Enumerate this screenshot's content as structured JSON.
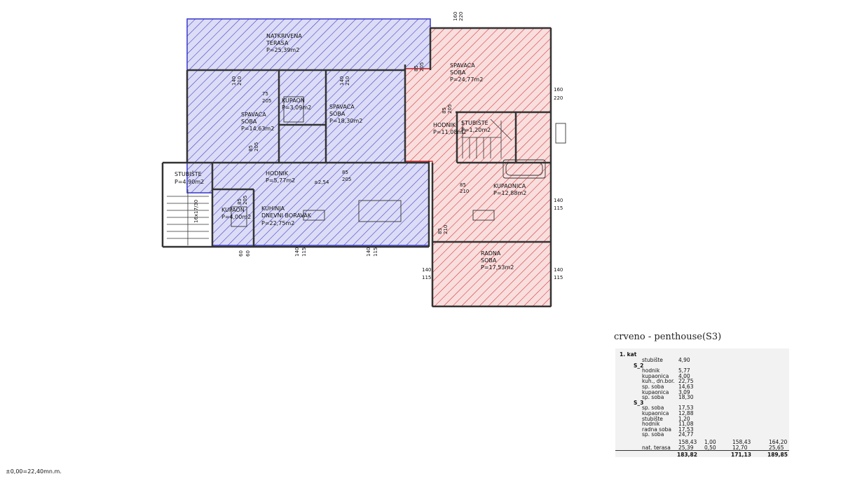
{
  "colors": {
    "blue_hatch": "#3636c8",
    "blue_fill": "#dcdcf6",
    "red_hatch": "#d62a2a",
    "red_fill": "#f9dede",
    "wall": "#333333"
  },
  "rooms": [
    {
      "id": "natkrivena-terasa",
      "lines": [
        "NATKRIVENA",
        "TERASA",
        "P=25,39m2"
      ]
    },
    {
      "id": "kupaon-upper",
      "lines": [
        "KUPAON",
        "P=3,09m2"
      ]
    },
    {
      "id": "spavaca-soba-left",
      "lines": [
        "SPAVAĆA",
        "SOBA",
        "P=14,63m2"
      ]
    },
    {
      "id": "spavaca-soba-mid",
      "lines": [
        "SPAVAĆA",
        "SOBA",
        "P=18,30m2"
      ]
    },
    {
      "id": "stubiste-left",
      "lines": [
        "STUBIŠTE",
        "P=4,90m2"
      ]
    },
    {
      "id": "hodnik-left",
      "lines": [
        "HODNIK",
        "P=5,77m2"
      ]
    },
    {
      "id": "kupaon-lower",
      "lines": [
        "KUPAON",
        "P=4,00m2"
      ]
    },
    {
      "id": "kuhinja",
      "lines": [
        "KUHINJA",
        "DNEVNI BORAVAK",
        "P=22,75m2"
      ]
    },
    {
      "id": "spavaca-soba-right",
      "lines": [
        "SPAVAĆA",
        "SOBA",
        "P=24,77m2"
      ]
    },
    {
      "id": "hodnik-right",
      "lines": [
        "HODNIK",
        "P=11,08m2"
      ]
    },
    {
      "id": "stubiste-right",
      "lines": [
        "STUBIŠTE",
        "P=1,20m2"
      ]
    },
    {
      "id": "kupaonica",
      "lines": [
        "KUPAONICA",
        "P=12,88m2"
      ]
    },
    {
      "id": "radna-soba",
      "lines": [
        "RADNA",
        "SOBA",
        "P=17,53m2"
      ]
    }
  ],
  "dimensions": [
    "160",
    "220",
    "85",
    "205",
    "140",
    "210",
    "75",
    "205",
    "140",
    "210",
    "85",
    "205",
    "160",
    "220",
    "85",
    "205",
    "85",
    "205",
    "85",
    "210",
    "85",
    "205",
    "85",
    "210",
    "140",
    "115",
    "140",
    "115",
    "140",
    "115",
    "60",
    "60",
    "140",
    "115",
    "140",
    "115",
    "16x17/30"
  ],
  "level_marker": "±2,54",
  "legend_title": "crveno - penthouse(S3)",
  "table": {
    "header": "1. kat",
    "rows": [
      {
        "name": "stubište",
        "v1": "4,90"
      },
      {
        "name": "S_2",
        "section": true
      },
      {
        "name": "hodnik",
        "v1": "5,77"
      },
      {
        "name": "kupaonica",
        "v1": "4,00"
      },
      {
        "name": "kuh., dn.bor.",
        "v1": "22,75"
      },
      {
        "name": "sp. soba",
        "v1": "14,63"
      },
      {
        "name": "kupaonica",
        "v1": "3,09"
      },
      {
        "name": "sp. soba",
        "v1": "18,30"
      },
      {
        "name": "S_3",
        "section": true
      },
      {
        "name": "sp. soba",
        "v1": "17,53"
      },
      {
        "name": "kupaonica",
        "v1": "12,88"
      },
      {
        "name": "stubište",
        "v1": "1,20"
      },
      {
        "name": "hodnik",
        "v1": "11,08"
      },
      {
        "name": "radna soba",
        "v1": "17,53"
      },
      {
        "name": "sp. soba",
        "v1": "24,77"
      }
    ],
    "subtotal": {
      "v1": "158,43",
      "c2": "1,00",
      "c3": "158,43",
      "c4": "164,20"
    },
    "terasa": {
      "name": "nat. terasa",
      "v1": "25,39",
      "c2": "0,50",
      "c3": "12,70",
      "c4": "25,65"
    },
    "total": {
      "v1": "183,82",
      "c3": "171,13",
      "c4": "189,85"
    }
  },
  "footnote": "±0,00=22,40mn.m."
}
